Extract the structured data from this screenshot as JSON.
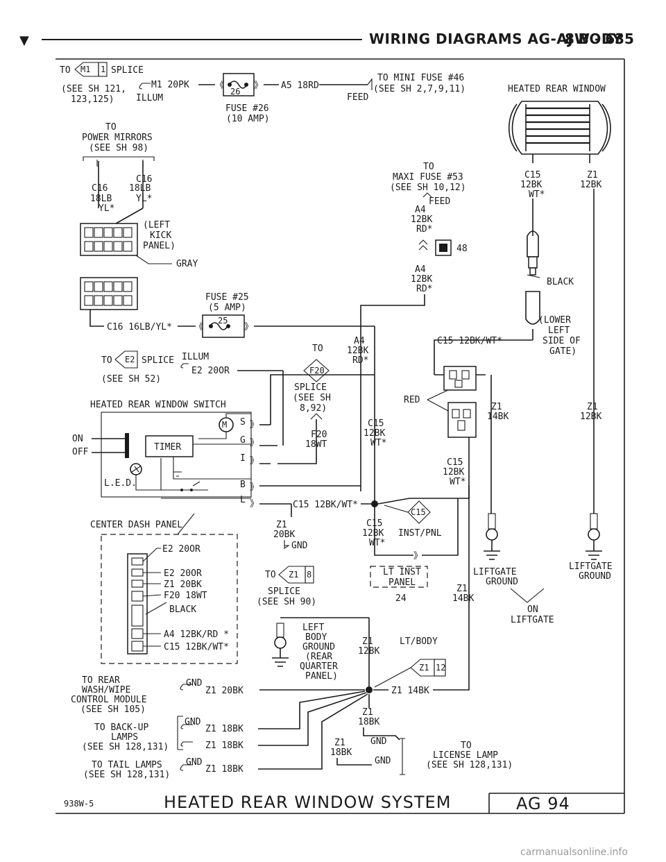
{
  "header": {
    "title": "WIRING DIAGRAMS AG-AJ BODY",
    "page": "8W - 635"
  },
  "footer": {
    "code": "938W-5",
    "title": "HEATED REAR WINDOW SYSTEM",
    "page": "AG 94"
  },
  "watermark": "carmanualsonline.info",
  "labels": {
    "to": "TO",
    "m1_splice_id": "M1",
    "m1_splice_num": "1",
    "splice": "SPLICE",
    "see_121": "(SEE SH 121,",
    "see_123": "123,125)",
    "m1_wire": "M1 20PK",
    "illum": "ILLUM",
    "fuse26_num": "26",
    "fuse26": "FUSE #26",
    "fuse26_amp": "(10 AMP)",
    "a5_wire": "A5 18RD",
    "feed": "FEED",
    "mini_fuse": "TO MINI FUSE #46",
    "mini_see": "(SEE SH 2,7,9,11)",
    "heated_rear_window": "HEATED REAR WINDOW",
    "power_mirrors": "POWER MIRRORS",
    "see_98": "(SEE SH 98)",
    "c16": "C16",
    "18lb": "18LB",
    "ylx": "YL*",
    "left": "(LEFT",
    "kick": "KICK",
    "panel": "PANEL)",
    "gray": "GRAY",
    "maxi_fuse": "MAXI FUSE #53",
    "see_10_12": "(SEE SH 10,12)",
    "a4": "A4",
    "12bk": "12BK",
    "rdx": "RD*",
    "conn48": "48",
    "c15": "C15",
    "wtx": "WT*",
    "z1": "Z1",
    "black": "BLACK",
    "fuse25": "FUSE #25",
    "fuse25_amp": "(5 AMP)",
    "fuse25_num": "25",
    "c16_wire": "C16 16LB/YL*",
    "lower": "(LOWER",
    "lower_left": "LEFT",
    "side_of": "SIDE OF",
    "gate": "GATE)",
    "c15_wire": "C15 12BK/WT*",
    "e2": "E2",
    "e2_wire": "E2 20OR",
    "see_52": "(SEE SH 52)",
    "f20": "F20",
    "see_sh": "(SEE SH",
    "see_8_92": "8,92)",
    "f20_wire": "18WT",
    "hrw_switch": "HEATED REAR WINDOW SWITCH",
    "red": "RED",
    "14bk": "14BK",
    "on": "ON",
    "off": "OFF",
    "timer": "TIMER",
    "led": "L.E.D.",
    "pin_s": "S",
    "pin_g": "G",
    "pin_i": "I",
    "pin_b": "B",
    "pin_l": "L",
    "center_dash": "CENTER DASH PANEL",
    "20bk": "20BK",
    "gnd": "GND",
    "inst_pnl": "INST/PNL",
    "liftgate_ground": "LIFTGATE",
    "ground": "GROUND",
    "on_liftgate": "ON",
    "liftgate": "LIFTGATE",
    "e2_20or": "E2 20OR",
    "z1_20bk": "Z1 20BK",
    "f20_18wt": "F20 18WT",
    "a4_12bk": "A4 12BK/RD *",
    "c15_12bk": "C15 12BK/WT*",
    "z1_8": "8",
    "see_90": "(SEE SH 90)",
    "lt_inst": "LT INST",
    "lt_panel": "PANEL",
    "conn24": "24",
    "left_body": "LEFT",
    "body": "BODY",
    "ground_lb": "GROUND",
    "rear": "(REAR",
    "quarter": "QUARTER",
    "panel_lb": "PANEL)",
    "lt_body": "LT/BODY",
    "z1_12": "12",
    "rear_wash": "TO REAR",
    "wash_wipe": "WASH/WIPE",
    "control_module": "CONTROL MODULE",
    "see_105": "(SEE SH 105)",
    "z1_14bk": "Z1 14BK",
    "back_up": "TO BACK-UP",
    "lamps": "LAMPS",
    "see_128": "(SEE SH 128,131)",
    "z1_18bk": "Z1 18BK",
    "18bk": "18BK",
    "tail_lamps": "TO TAIL LAMPS",
    "license": "LICENSE LAMP",
    "c15_label": "C15"
  }
}
